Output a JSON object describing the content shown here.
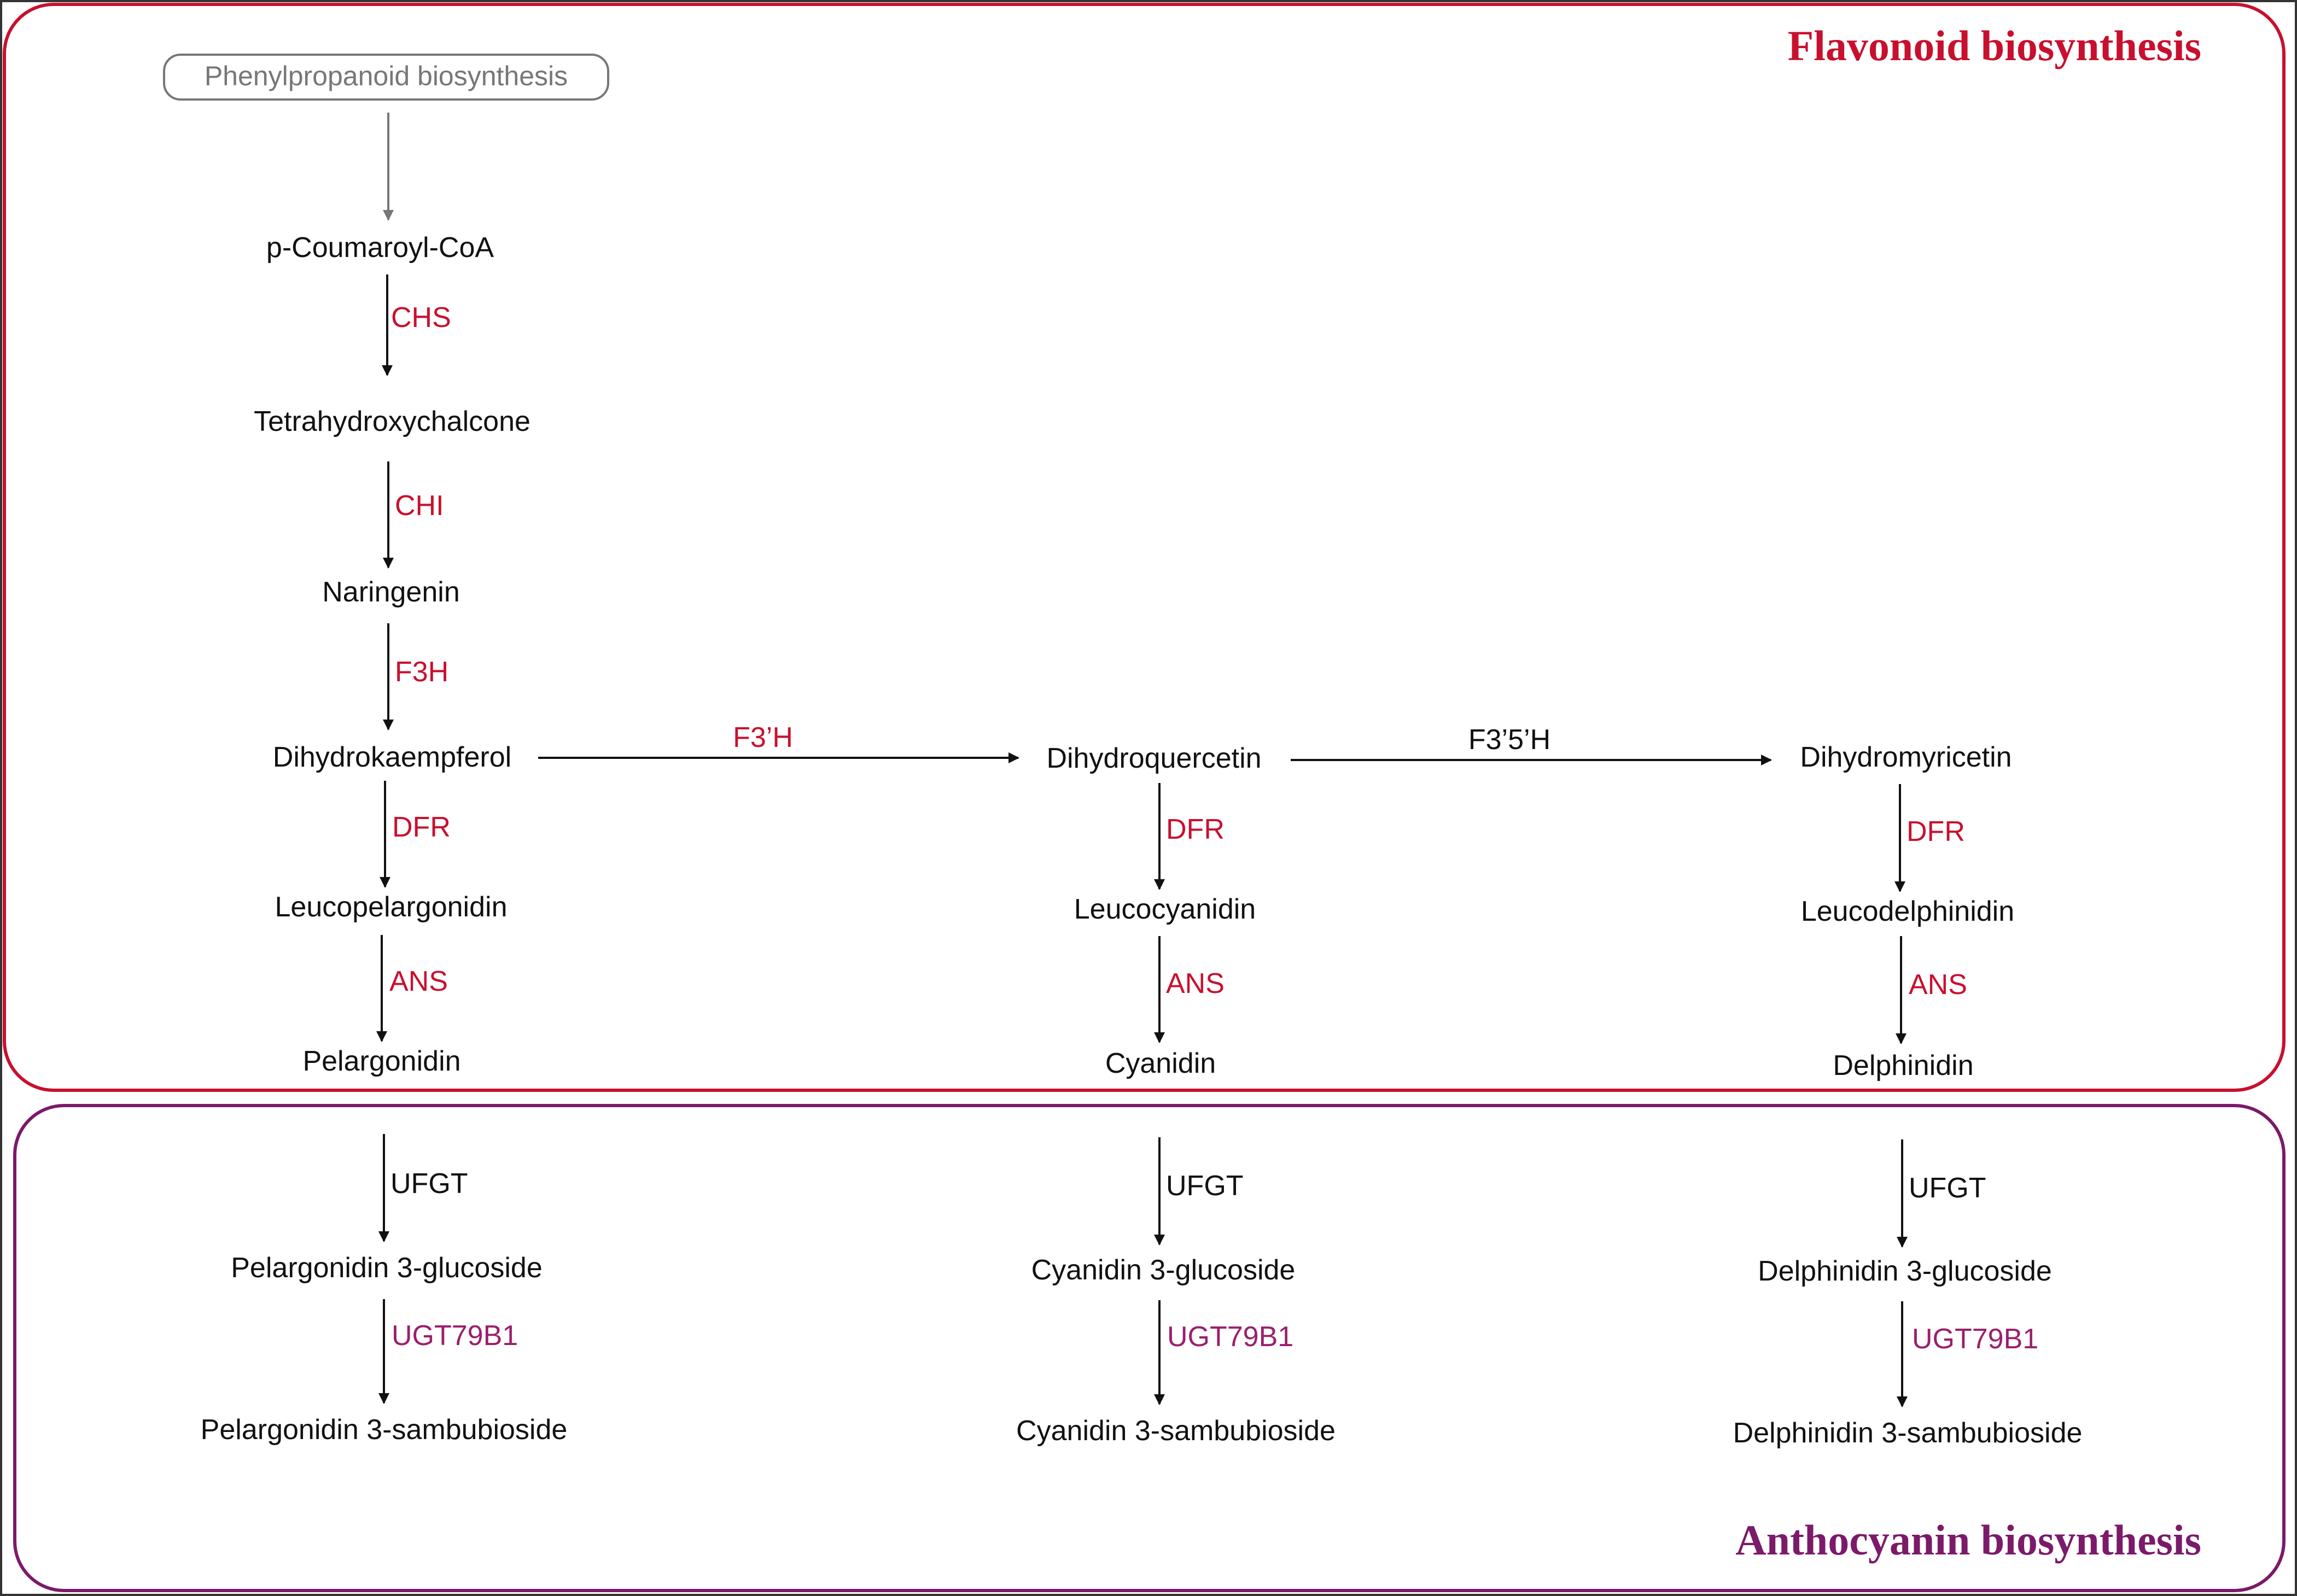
{
  "panels": {
    "flavonoid_title": "Flavonoid biosynthesis",
    "anthocyanin_title": "Anthocyanin biosynthesis"
  },
  "colors": {
    "flavonoid": "#c8102e",
    "anthocyanin": "#7b1a6a",
    "enzyme_red": "#c8102e",
    "enzyme_purple": "#9b1f6b",
    "arrow": "#111111",
    "arrow_gray": "#777777"
  },
  "nodes": {
    "phenylpropanoid": "Phenylpropanoid biosynthesis",
    "p_coumaroyl": "p-Coumaroyl-CoA",
    "tetrahydroxychalcone": "Tetrahydroxychalcone",
    "naringenin": "Naringenin",
    "dihydrokaempferol": "Dihydrokaempferol",
    "dihydroquercetin": "Dihydroquercetin",
    "dihydromyricetin": "Dihydromyricetin",
    "leucopelargonidin": "Leucopelargonidin",
    "leucocyanidin": "Leucocyanidin",
    "leucodelphinidin": "Leucodelphinidin",
    "pelargonidin": "Pelargonidin",
    "cyanidin": "Cyanidin",
    "delphinidin": "Delphinidin",
    "pelargonidin_3_glucoside": "Pelargonidin 3-glucoside",
    "cyanidin_3_glucoside": "Cyanidin 3-glucoside",
    "delphinidin_3_glucoside": "Delphinidin 3-glucoside",
    "pelargonidin_3_sambubioside": "Pelargonidin 3-sambubioside",
    "cyanidin_3_sambubioside": "Cyanidin 3-sambubioside",
    "delphinidin_3_sambubioside": "Delphinidin 3-sambubioside"
  },
  "enzymes": {
    "chs": "CHS",
    "chi": "CHI",
    "f3h": "F3H",
    "f3ph": "F3’H",
    "f35h": "F3’5’H",
    "dfr_1": "DFR",
    "dfr_2": "DFR",
    "dfr_3": "DFR",
    "ans_1": "ANS",
    "ans_2": "ANS",
    "ans_3": "ANS",
    "ufgt_1": "UFGT",
    "ufgt_2": "UFGT",
    "ufgt_3": "UFGT",
    "ugt_1": "UGT79B1",
    "ugt_2": "UGT79B1",
    "ugt_3": "UGT79B1"
  }
}
